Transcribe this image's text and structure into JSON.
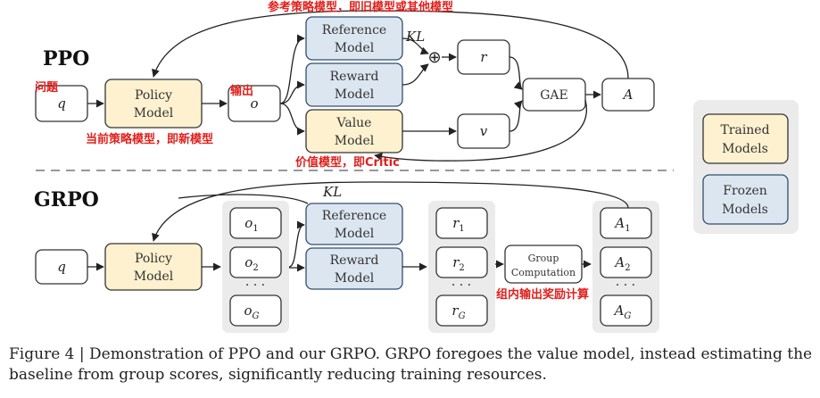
{
  "colors": {
    "trained_fill": "#fdf1cf",
    "frozen_fill": "#dce6f1",
    "frozen_stroke": "#2f4f6f",
    "annotation_red": "#e0201c",
    "group_bg": "#ebebeb"
  },
  "ppo": {
    "title": "PPO",
    "q": "q",
    "policy_line1": "Policy",
    "policy_line2": "Model",
    "o": "o",
    "ref_line1": "Reference",
    "ref_line2": "Model",
    "reward_line1": "Reward",
    "reward_line2": "Model",
    "value_line1": "Value",
    "value_line2": "Model",
    "kl": "KL",
    "plus": "⊕",
    "r": "r",
    "v": "v",
    "gae": "GAE",
    "a": "A",
    "ann_reference": "参考策略模型，即旧模型或其他模型",
    "ann_question": "问题",
    "ann_output": "输出",
    "ann_current": "当前策略模型，即新模型",
    "ann_value": "价值模型，即Critic"
  },
  "grpo": {
    "title": "GRPO",
    "q": "q",
    "policy_line1": "Policy",
    "policy_line2": "Model",
    "o1": "o",
    "o1_sub": "1",
    "o2": "o",
    "o2_sub": "2",
    "og": "o",
    "og_sub": "G",
    "dots": "· · ·",
    "ref_line1": "Reference",
    "ref_line2": "Model",
    "reward_line1": "Reward",
    "reward_line2": "Model",
    "kl": "KL",
    "r1": "r",
    "r1_sub": "1",
    "r2": "r",
    "r2_sub": "2",
    "rg": "r",
    "rg_sub": "G",
    "group_line1": "Group",
    "group_line2": "Computation",
    "a1": "A",
    "a1_sub": "1",
    "a2": "A",
    "a2_sub": "2",
    "ag": "A",
    "ag_sub": "G",
    "ann_group": "组内输出奖励计算"
  },
  "legend": {
    "trained_line1": "Trained",
    "trained_line2": "Models",
    "frozen_line1": "Frozen",
    "frozen_line2": "Models"
  },
  "caption": "Figure 4 | Demonstration of PPO and our GRPO. GRPO foregoes the value model, instead estimating the baseline from group scores, significantly reducing training resources."
}
